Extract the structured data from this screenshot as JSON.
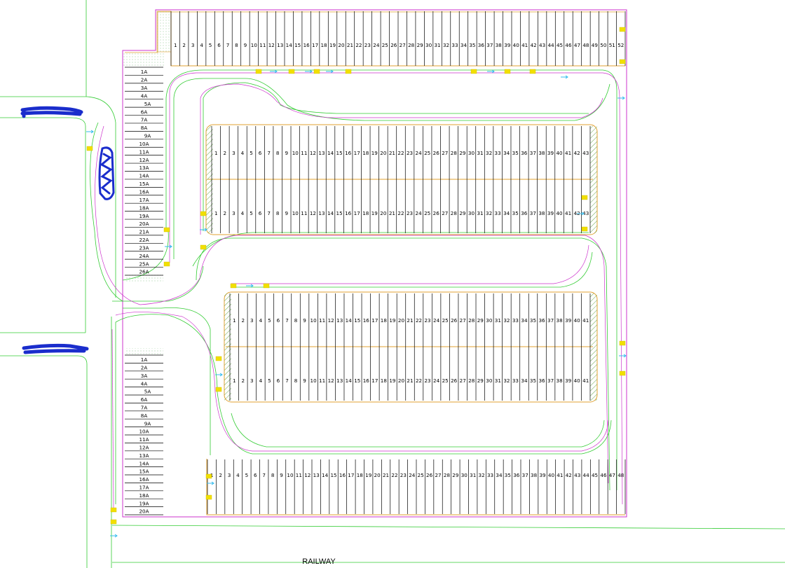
{
  "labels": {
    "railway": "RAILWAY"
  },
  "colors": {
    "background": "#ffffff",
    "boundary": "#cc33cc",
    "curb": "#e0a030",
    "road": "#33cc33",
    "stall_line": "#000000",
    "marker": "#f2e000",
    "arrow": "#33bbee",
    "scribble": "#1a2dcc",
    "hatch": "#6aa84f"
  },
  "rows": [
    {
      "id": "north-row",
      "count": 52
    },
    {
      "id": "upper-block-top",
      "count": 43
    },
    {
      "id": "upper-block-bottom",
      "count": 43
    },
    {
      "id": "lower-block-top",
      "count": 41
    },
    {
      "id": "lower-block-bottom",
      "count": 41
    },
    {
      "id": "south-row",
      "count": 48
    }
  ],
  "west_columns": [
    {
      "id": "west-upper",
      "labels": [
        "1A",
        "2A",
        "3A",
        "4A",
        "5A",
        "6A",
        "7A",
        "8A",
        "9A",
        "10A",
        "11A",
        "12A",
        "13A",
        "14A",
        "15A",
        "16A",
        "17A",
        "18A",
        "19A",
        "20A",
        "21A",
        "22A",
        "23A",
        "24A",
        "25A",
        "26A"
      ]
    },
    {
      "id": "west-lower",
      "labels": [
        "1A",
        "2A",
        "3A",
        "4A",
        "5A",
        "6A",
        "7A",
        "8A",
        "9A",
        "10A",
        "11A",
        "12A",
        "13A",
        "14A",
        "15A",
        "16A",
        "17A",
        "18A",
        "19A",
        "20A"
      ]
    }
  ]
}
